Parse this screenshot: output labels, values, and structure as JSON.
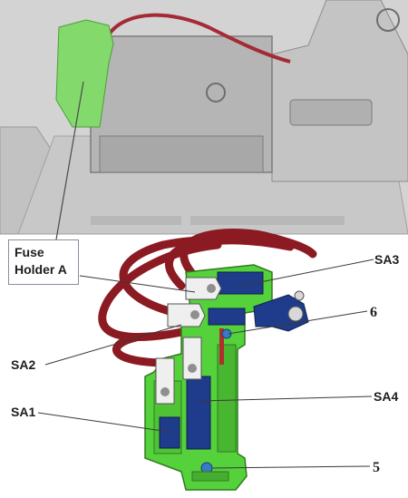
{
  "labels": {
    "fuse_holder_line1": "Fuse",
    "fuse_holder_line2": "Holder A",
    "sa1": "SA1",
    "sa2": "SA2",
    "sa3": "SA3",
    "sa4": "SA4",
    "item5": "5",
    "item6": "6"
  },
  "colors": {
    "component_green": "#55d13c",
    "fuse_blue": "#1f3c8c",
    "cable_red": "#8b1a22",
    "background_gray": "#d4d4d4",
    "callout_border": "#8a8fa0"
  }
}
